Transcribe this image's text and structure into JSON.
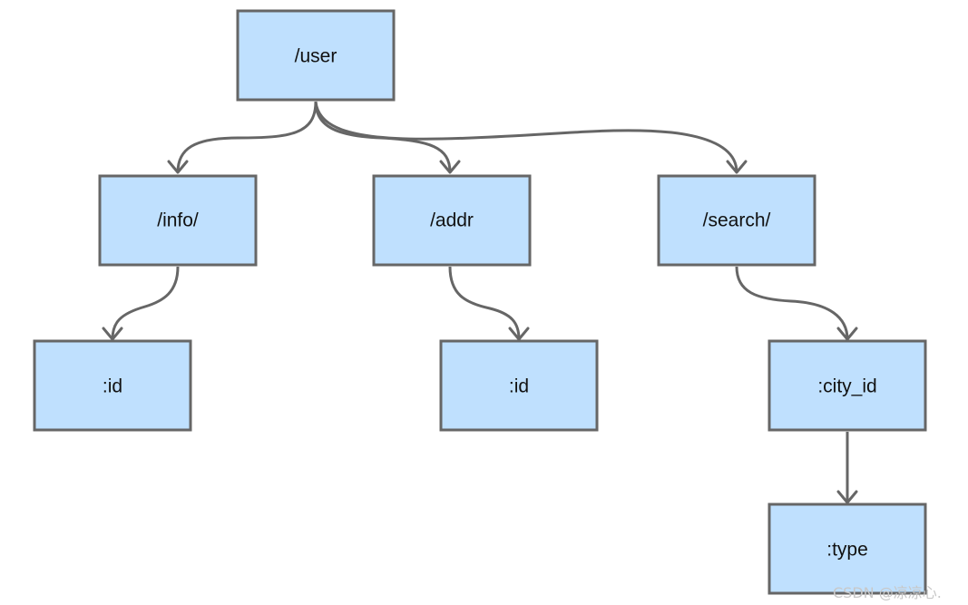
{
  "nodes": [
    {
      "id": "user",
      "label": "/user"
    },
    {
      "id": "info",
      "label": "/info/"
    },
    {
      "id": "addr",
      "label": "/addr"
    },
    {
      "id": "search",
      "label": "/search/"
    },
    {
      "id": "info-id",
      "label": ":id"
    },
    {
      "id": "addr-id",
      "label": ":id"
    },
    {
      "id": "city-id",
      "label": ":city_id"
    },
    {
      "id": "type",
      "label": ":type"
    }
  ],
  "edges": [
    {
      "from": "user",
      "to": "info"
    },
    {
      "from": "user",
      "to": "addr"
    },
    {
      "from": "user",
      "to": "search"
    },
    {
      "from": "info",
      "to": "info-id"
    },
    {
      "from": "addr",
      "to": "addr-id"
    },
    {
      "from": "search",
      "to": "city-id"
    },
    {
      "from": "city-id",
      "to": "type"
    }
  ],
  "colors": {
    "node_fill": "#bfe0fe",
    "node_stroke": "#666666",
    "edge_stroke": "#666666",
    "text": "#111111"
  },
  "watermark": "CSDN @凉凉心."
}
